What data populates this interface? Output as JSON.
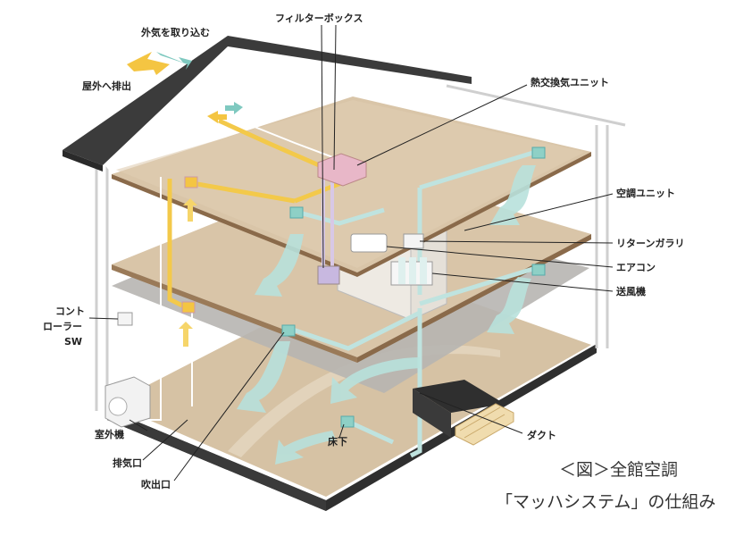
{
  "labels": {
    "outside_air_in": "外気を取り込む",
    "exhaust_out": "屋外へ排出",
    "filter_box": "フィルターボックス",
    "heat_exchange_unit": "熱交換気ユニット",
    "ac_unit": "空調ユニット",
    "return_gallery": "リターンガラリ",
    "air_conditioner": "エアコン",
    "blower": "送風機",
    "controller_line1": "コント",
    "controller_line2": "ローラー",
    "controller_line3": "SW",
    "outdoor_unit": "室外機",
    "exhaust_port": "排気口",
    "supply_port": "吹出口",
    "underfloor": "床下",
    "duct": "ダクト"
  },
  "caption": {
    "line1": "＜図＞全館空調",
    "line2": "「マッハシステム」の仕組み"
  },
  "colors": {
    "roof": "#3d3d3d",
    "floor": "#d9c5a8",
    "floor_edge": "#8a6a4a",
    "ceiling_gray": "#b8b6b2",
    "fresh_duct": "#bfe3df",
    "exhaust_duct": "#f3c94a",
    "heat_unit": "#e8b7c8",
    "filter_box": "#c8b8e0",
    "base": "#3a3a3a",
    "stair": "#f0dcae"
  }
}
